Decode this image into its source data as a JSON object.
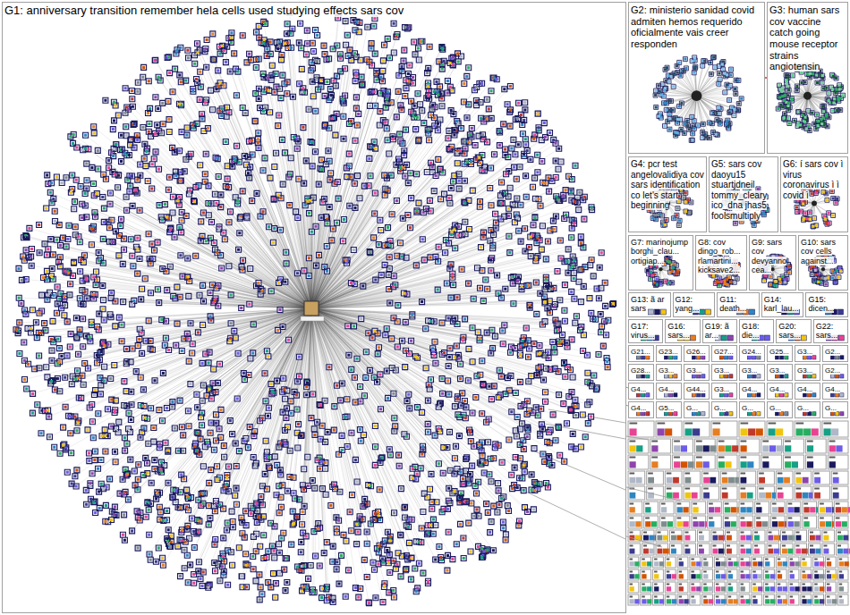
{
  "diagram": {
    "nodes": [
      {
        "text": [
          "G1: anniversary transition remember hela cells used studying effects sars cov"
        ]
      },
      {
        "text": [
          "G2: ministerio sanidad covid admiten hemos requerido oficialmente vais creer responden"
        ]
      },
      {
        "text": [
          "G3: human sars cov vaccine catch going mouse receptor strains angiotensin"
        ]
      },
      {
        "text": [
          "G4: pcr test angelovalidiya cov sars identification co let's start beginning"
        ]
      },
      {
        "text": [
          "G5: sars cov daoyu15 stuartjdneil tommy_cleary ico_dna jhas5 foolsmultiply"
        ]
      },
      {
        "text": [
          "G6: í sars cov ì virus coronavirus ì ì covid ì"
        ]
      },
      {
        "text": [
          "G7: marinojump borghi_clau... ortigiap..."
        ]
      },
      {
        "text": [
          "G8: cov dingo_rob... rlamartini... kicksave2..."
        ]
      },
      {
        "text": [
          "G9: sars cov devyanno cea..."
        ]
      },
      {
        "text": [
          "G10: sars cov cells against..."
        ]
      },
      {
        "text": [
          "G13: ã ar sars"
        ]
      },
      {
        "text": [
          "G12: yang..."
        ]
      },
      {
        "text": [
          "G11: death..."
        ]
      },
      {
        "text": [
          "G14: karl_lau..."
        ]
      },
      {
        "text": [
          "G15: dicen..."
        ]
      },
      {
        "text": [
          "G17: virus..."
        ]
      },
      {
        "text": [
          "G16: sars..."
        ]
      },
      {
        "text": [
          "G19: ã ar..."
        ]
      },
      {
        "text": [
          "G18: die..."
        ]
      },
      {
        "text": [
          "G20: sars..."
        ]
      },
      {
        "text": [
          "G22: sars..."
        ]
      },
      {
        "text": [
          "G21..."
        ]
      },
      {
        "text": [
          "G23..."
        ]
      },
      {
        "text": [
          "G26..."
        ]
      },
      {
        "text": [
          "G27..."
        ]
      },
      {
        "text": [
          "G24..."
        ]
      },
      {
        "text": [
          "G25..."
        ]
      },
      {
        "text": [
          "G3..."
        ]
      },
      {
        "text": [
          "G2..."
        ]
      },
      {
        "text": [
          "G28..."
        ]
      },
      {
        "text": [
          "G3..."
        ]
      },
      {
        "text": [
          "G3..."
        ]
      },
      {
        "text": [
          "G3..."
        ]
      },
      {
        "text": [
          "G3..."
        ]
      },
      {
        "text": [
          "G3..."
        ]
      },
      {
        "text": [
          "G3..."
        ]
      },
      {
        "text": [
          "G2..."
        ]
      },
      {
        "text": [
          "G4..."
        ]
      },
      {
        "text": [
          "G4..."
        ]
      },
      {
        "text": [
          "G44..."
        ]
      },
      {
        "text": [
          "G3..."
        ]
      },
      {
        "text": [
          "G4..."
        ]
      },
      {
        "text": [
          "G4..."
        ]
      },
      {
        "text": [
          "G4..."
        ]
      },
      {
        "text": [
          "G4..."
        ]
      },
      {
        "text": [
          "G4..."
        ]
      },
      {
        "text": [
          "G5..."
        ]
      },
      {
        "text": [
          "G..."
        ]
      },
      {
        "text": [
          "G..."
        ]
      },
      {
        "text": [
          "G..."
        ]
      },
      {
        "text": [
          "G..."
        ]
      },
      {
        "text": [
          "G..."
        ]
      },
      {
        "text": [
          "G..."
        ]
      }
    ],
    "edges": [
      {
        "from": 1,
        "to": 2,
        "arrow": "none"
      },
      {
        "from": 0,
        "to": 37,
        "arrow": "none"
      },
      {
        "from": 0,
        "to": 45,
        "arrow": "none"
      }
    ]
  }
}
